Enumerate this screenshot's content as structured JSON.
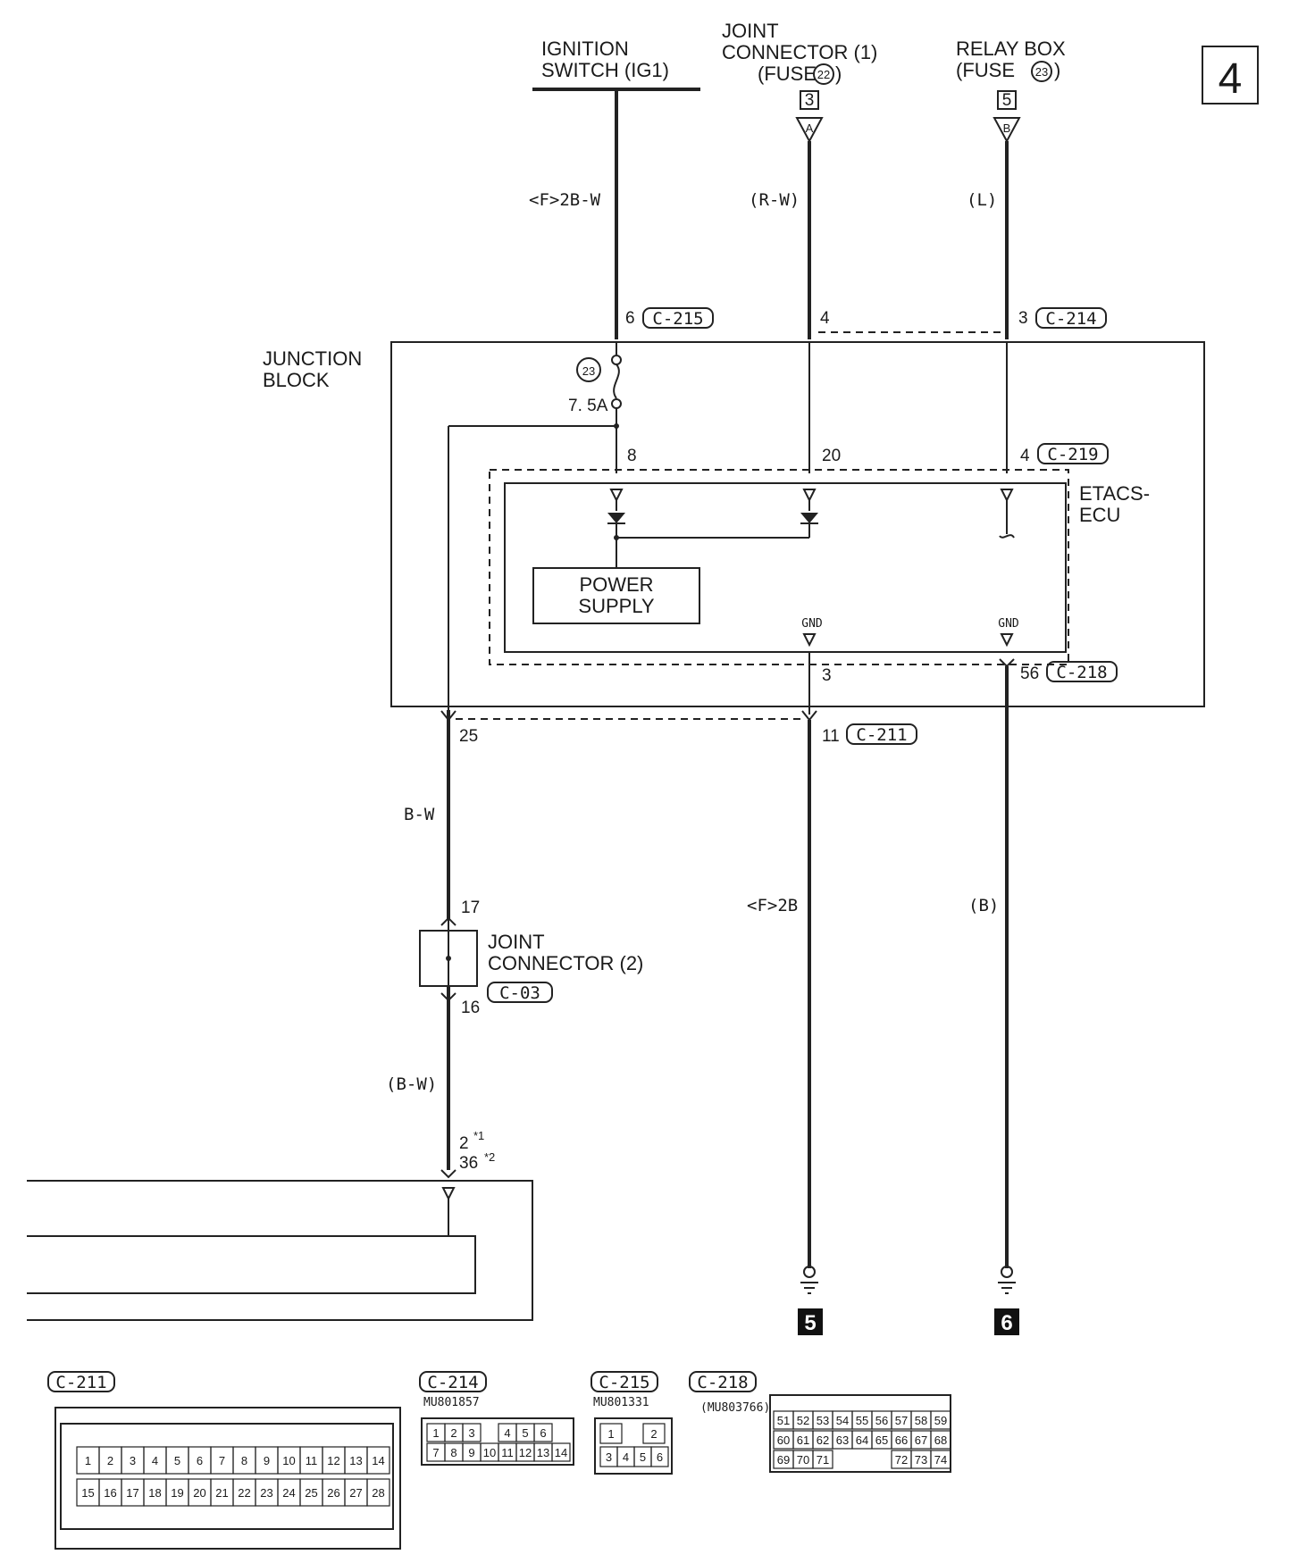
{
  "page_number": "4",
  "sources": {
    "ignition": {
      "line1": "IGNITION",
      "line2": "SWITCH (IG1)"
    },
    "joint1": {
      "line1": "JOINT",
      "line2": "CONNECTOR (1)",
      "line3": "(FUSE",
      "fuse": "22",
      "close": ")",
      "ref": "3",
      "tag": "A"
    },
    "relay": {
      "line1": "RELAY BOX",
      "line2": "(FUSE",
      "fuse": "23",
      "close": ")",
      "ref": "5",
      "tag": "B"
    }
  },
  "wires": {
    "ign_color": "<F>2B-W",
    "joint_color": "(R-W)",
    "relay_color": "(L)",
    "bw_color": "B-W",
    "bw2_color": "(B-W)",
    "gnd1_color": "<F>2B",
    "gnd2_color": "(B)"
  },
  "pins": {
    "p6": "6",
    "c215": "C-215",
    "p4a": "4",
    "p3a": "3",
    "c214": "C-214",
    "p8": "8",
    "p20": "20",
    "p4b": "4",
    "c219": "C-219",
    "p3b": "3",
    "p56": "56",
    "c218": "C-218",
    "p25": "25",
    "p11": "11",
    "c211": "C-211",
    "p17": "17",
    "p16": "16",
    "c03": "C-03",
    "p2": "2",
    "star1": "*1",
    "p36": "36",
    "star2": "*2"
  },
  "junction": {
    "line1": "JUNCTION",
    "line2": "BLOCK",
    "fuse_no": "23",
    "fuse_rating": "7. 5A"
  },
  "ecu": {
    "line1": "ETACS-",
    "line2": "ECU",
    "power1": "POWER",
    "power2": "SUPPLY",
    "gnd1": "GND",
    "gnd2": "GND"
  },
  "joint2": {
    "line1": "JOINT",
    "line2": "CONNECTOR (2)"
  },
  "grounds": {
    "g5": "5",
    "g6": "6"
  },
  "connectors": {
    "c211": {
      "title": "C-211",
      "row1": [
        "1",
        "2",
        "3",
        "4",
        "5",
        "6",
        "7",
        "8",
        "9",
        "10",
        "11",
        "12",
        "13",
        "14"
      ],
      "row2": [
        "15",
        "16",
        "17",
        "18",
        "19",
        "20",
        "21",
        "22",
        "23",
        "24",
        "25",
        "26",
        "27",
        "28"
      ]
    },
    "c214": {
      "title": "C-214",
      "part": "MU801857",
      "row1": [
        "1",
        "2",
        "3",
        "",
        "4",
        "5",
        "6"
      ],
      "row2": [
        "7",
        "8",
        "9",
        "10",
        "11",
        "12",
        "13",
        "14"
      ]
    },
    "c215": {
      "title": "C-215",
      "part": "MU801331",
      "row1": [
        "1",
        "",
        "2"
      ],
      "row2": [
        "3",
        "4",
        "5",
        "6"
      ]
    },
    "c218": {
      "title": "C-218",
      "part": "(MU803766)",
      "row1": [
        "51",
        "52",
        "53",
        "54",
        "55",
        "56",
        "57",
        "58",
        "59"
      ],
      "row2": [
        "60",
        "61",
        "62",
        "63",
        "64",
        "65",
        "66",
        "67",
        "68"
      ],
      "row3": [
        "69",
        "70",
        "71",
        "",
        "",
        "",
        "72",
        "73",
        "74"
      ]
    }
  }
}
